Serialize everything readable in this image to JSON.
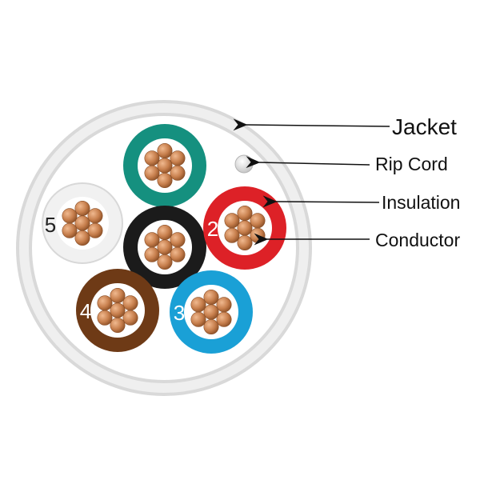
{
  "labels": {
    "jacket": "Jacket",
    "rip_cord": "Rip Cord",
    "insulation": "Insulation",
    "conductor": "Conductor"
  },
  "colors": {
    "jacket": "#e6e6e6",
    "rip_cord": "#d4d4d4",
    "copper": "#c77f4d",
    "conductor_bg": "#ffffff",
    "arrow": "#111111"
  },
  "pairs": [
    {
      "id": "teal",
      "number": "",
      "color": "#15907f",
      "number_color": "#ffffff"
    },
    {
      "id": "white",
      "number": "5",
      "color": "#f1f1f1",
      "number_color": "#222222"
    },
    {
      "id": "black",
      "number": "",
      "color": "#1b1b1b",
      "number_color": "#ffffff"
    },
    {
      "id": "red",
      "number": "2",
      "color": "#dd2127",
      "number_color": "#ffffff"
    },
    {
      "id": "brown",
      "number": "4",
      "color": "#6e3a16",
      "number_color": "#ffffff"
    },
    {
      "id": "blue",
      "number": "3",
      "color": "#1aa0d6",
      "number_color": "#ffffff"
    }
  ]
}
